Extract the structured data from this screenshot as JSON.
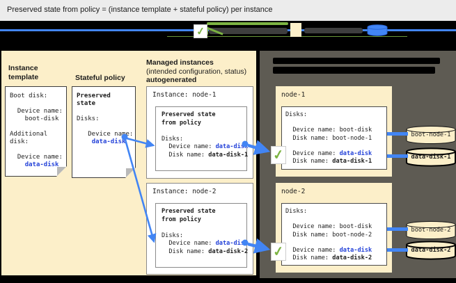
{
  "title": "Preserved state from policy = (instance template + stateful policy) per instance",
  "colors": {
    "titlebar_bg": "#ECECEC",
    "band": "#000000",
    "beige": "#FCEFC9",
    "dark_panel": "#5E5B53",
    "blue": "#4285F4",
    "blue_text": "#2543D9",
    "green": "#7CB342",
    "box_border": "#8A8A8A",
    "doc_border": "#3C3C3C",
    "fold": "#B9B9B9",
    "bar_dark": "#3E3E3E"
  },
  "legend": {
    "checkmark": "✓"
  },
  "left_panel": {
    "instance_template": {
      "heading": "Instance template",
      "lines": [
        [
          {
            "t": "Boot disk:"
          }
        ],
        [],
        [
          {
            "t": "  Device name:"
          }
        ],
        [
          {
            "t": "    boot-disk"
          }
        ],
        [],
        [
          {
            "t": "Additional"
          }
        ],
        [
          {
            "t": "disk:"
          }
        ],
        [],
        [
          {
            "t": "  Device name:"
          }
        ],
        [
          {
            "t": "    "
          },
          {
            "t": "data-disk",
            "c": "bb"
          }
        ]
      ]
    },
    "stateful_policy": {
      "heading": "Stateful policy",
      "lines": [
        [
          {
            "t": "Preserved",
            "c": "b"
          }
        ],
        [
          {
            "t": "state",
            "c": "b"
          }
        ],
        [],
        [
          {
            "t": "Disks:"
          }
        ],
        [],
        [
          {
            "t": "   Device name:"
          }
        ],
        [
          {
            "t": "    "
          },
          {
            "t": "data-disk",
            "c": "bb"
          }
        ]
      ]
    }
  },
  "managed": {
    "heading_line1": "Managed instances",
    "heading_line2": "(intended configuration, status)",
    "heading_line3": "autogenerated",
    "instances": [
      {
        "title": "Instance: node-1",
        "lines": [
          [
            {
              "t": "Preserved state",
              "c": "b"
            }
          ],
          [
            {
              "t": "from policy",
              "c": "b"
            }
          ],
          [],
          [
            {
              "t": "Disks:"
            }
          ],
          [
            {
              "t": "  Device name: "
            },
            {
              "t": "data-disk",
              "c": "bb"
            }
          ],
          [
            {
              "t": "  Disk name: "
            },
            {
              "t": "data-disk-1",
              "c": "b"
            }
          ]
        ]
      },
      {
        "title": "Instance: node-2",
        "lines": [
          [
            {
              "t": "Preserved state",
              "c": "b"
            }
          ],
          [
            {
              "t": "from policy",
              "c": "b"
            }
          ],
          [],
          [
            {
              "t": "Disks:"
            }
          ],
          [
            {
              "t": "  Device name: "
            },
            {
              "t": "data-disk",
              "c": "bb"
            }
          ],
          [
            {
              "t": "  Disk name: "
            },
            {
              "t": "data-disk-2",
              "c": "b"
            }
          ]
        ]
      }
    ]
  },
  "vm_panel": {
    "nodes": [
      {
        "label": "node-1",
        "lines": [
          [
            {
              "t": "Disks:"
            }
          ],
          [],
          [
            {
              "t": "  Device name: boot-disk"
            }
          ],
          [
            {
              "t": "  Disk name: boot-node-1"
            }
          ],
          [],
          [
            {
              "t": "  Device name: "
            },
            {
              "t": "data-disk",
              "c": "bb"
            }
          ],
          [
            {
              "t": "  Disk name: "
            },
            {
              "t": "data-disk-1",
              "c": "b"
            }
          ]
        ],
        "disks": [
          {
            "label": "boot-node-1"
          },
          {
            "label": "data-disk-1"
          }
        ]
      },
      {
        "label": "node-2",
        "lines": [
          [
            {
              "t": "Disks:"
            }
          ],
          [],
          [
            {
              "t": "  Device name: boot-disk"
            }
          ],
          [
            {
              "t": "  Disk name: boot-node-2"
            }
          ],
          [],
          [
            {
              "t": "  Device name: "
            },
            {
              "t": "data-disk",
              "c": "bb"
            }
          ],
          [
            {
              "t": "  Disk name: "
            },
            {
              "t": "data-disk-2",
              "c": "b"
            }
          ]
        ],
        "disks": [
          {
            "label": "boot-node-2"
          },
          {
            "label": "data-disk-2"
          }
        ]
      }
    ]
  }
}
